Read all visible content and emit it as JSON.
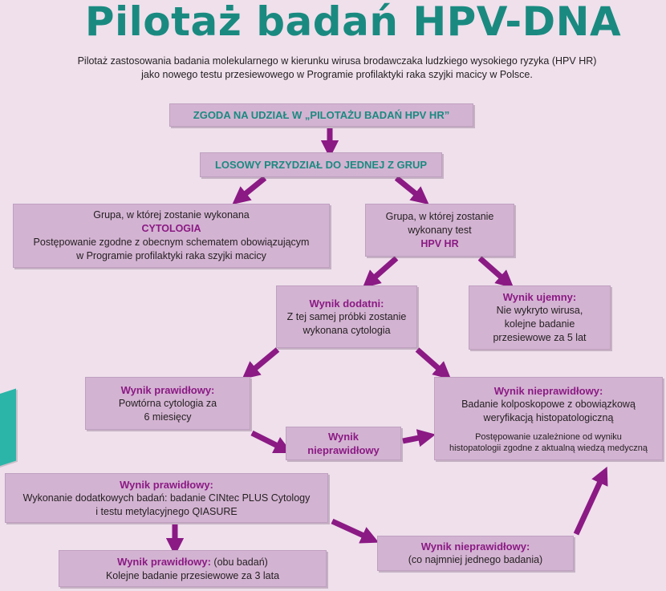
{
  "title": "Pilotaż badań HPV-DNA",
  "subtitle": {
    "line1": "Pilotaż zastosowania badania molekularnego w kierunku wirusa brodawczaka ludzkiego wysokiego ryzyka (HPV HR)",
    "line2": "jako nowego testu przesiewowego w Programie profilaktyki raka szyjki macicy w Polsce."
  },
  "boxes": {
    "consent": "ZGODA NA UDZIAŁ W „PILOTAŻU BADAŃ HPV HR”",
    "random": "LOSOWY PRZYDZIAŁ DO JEDNEJ Z GRUP",
    "cyto_group": {
      "line1": "Grupa, w której zostanie wykonana",
      "label": "CYTOLOGIA",
      "line2": "Postępowanie zgodne z obecnym schematem obowiązującym",
      "line3": "w Programie profilaktyki raka szyjki macicy"
    },
    "hpv_group": {
      "line1": "Grupa, w której zostanie",
      "line2": "wykonany test",
      "label": "HPV HR"
    },
    "positive": {
      "label": "Wynik dodatni:",
      "line1": "Z tej samej próbki zostanie",
      "line2": "wykonana cytologia"
    },
    "negative": {
      "label": "Wynik ujemny:",
      "line1": "Nie wykryto wirusa,",
      "line2": "kolejne badanie",
      "line3": "przesiewowe za 5 lat"
    },
    "normal1": {
      "label": "Wynik prawidłowy:",
      "line1": "Powtórna cytologia za",
      "line2": "6 miesięcy"
    },
    "abnormal_mid": {
      "line1": "Wynik",
      "line2": "nieprawidłowy"
    },
    "abnormal_main": {
      "label": "Wynik nieprawidłowy:",
      "line1": "Badanie kolposkopowe z obowiązkową",
      "line2": "weryfikacją histopatologiczną",
      "line3": "Postępowanie uzależnione od wyniku",
      "line4": "histopatologii zgodne z aktualną wiedzą medyczną"
    },
    "additional": {
      "label": "Wynik prawidłowy:",
      "line1": "Wykonanie dodatkowych badań: badanie CINtec PLUS Cytology",
      "line2": "i testu metylacyjnego QIASURE"
    },
    "both_normal": {
      "label": "Wynik prawidłowy:",
      "label_suffix": " (obu badań)",
      "line1": "Kolejne badanie przesiewowe za 3 lata"
    },
    "one_abnormal": {
      "label": "Wynik nieprawidłowy:",
      "line1": "(co najmniej jednego badania)"
    }
  },
  "colors": {
    "background": "#efe0ec",
    "box": "#d3b3d2",
    "title": "#1a8a80",
    "accent": "#8b1a84",
    "arrow": "#8b1a84"
  }
}
